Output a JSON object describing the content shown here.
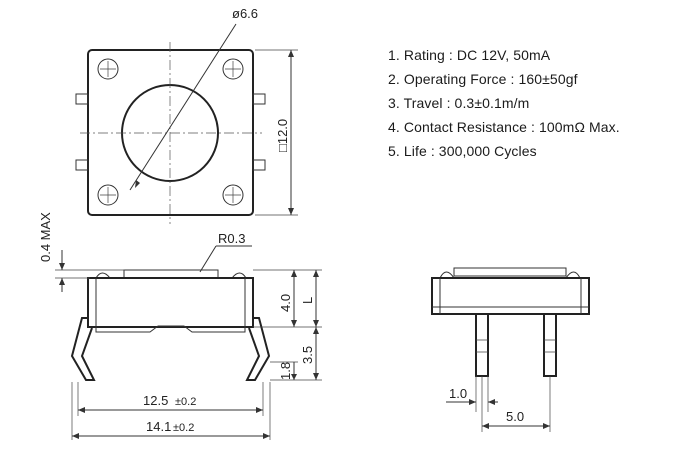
{
  "specs": [
    "1. Rating : DC 12V, 50mA",
    "2. Operating Force : 160±50gf",
    "3. Travel : 0.3±0.1m/m",
    "4. Contact Resistance : 100mΩ Max.",
    "5. Life : 300,000 Cycles"
  ],
  "dims": {
    "diameter": "ø6.6",
    "square": "□12.0",
    "max": "0.4 MAX",
    "radius": "R0.3",
    "h40": "4.0",
    "L": "L",
    "h35": "3.5",
    "h18": "1.8",
    "w125": "12.5",
    "w125_tol": "±0.2",
    "w141": "14.1",
    "w141_tol": "±0.2",
    "pin10": "1.0",
    "pin50": "5.0"
  }
}
